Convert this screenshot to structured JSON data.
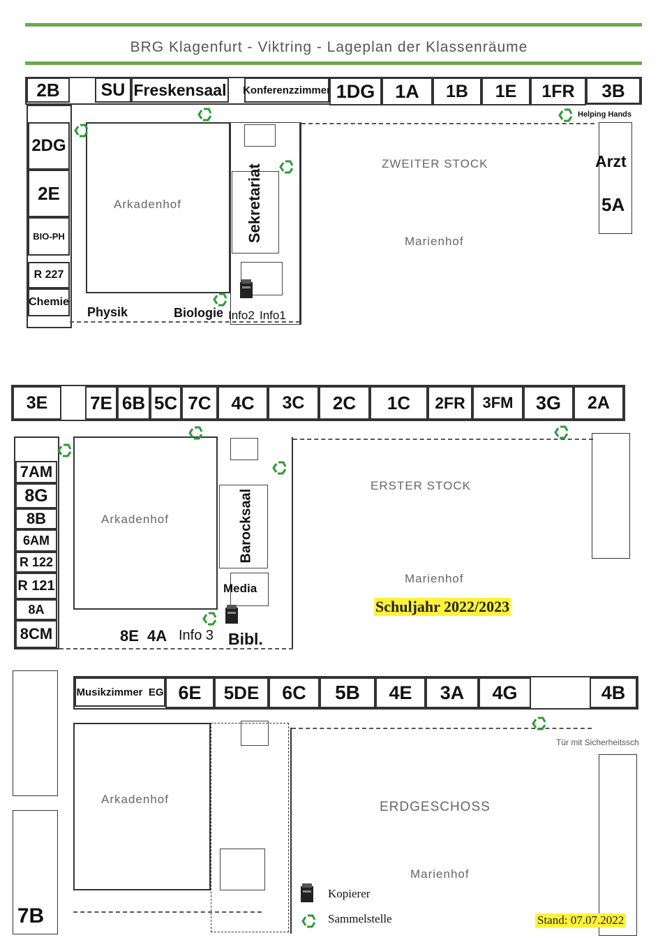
{
  "title": "BRG  Klagenfurt - Viktring  -  Lageplan der Klassenräume",
  "colors": {
    "accent_line": "#6aaa4a",
    "highlight": "#fff23a",
    "recycle": "#2e9a3a"
  },
  "icons": {
    "recycle": "recycle-icon",
    "copier": "copier-icon"
  },
  "floor2": {
    "name": "ZWEITER STOCK",
    "courtyard": "Arkadenhof",
    "yard": "Marienhof",
    "rooms_top": [
      "2B",
      "SU",
      "Freskensaal",
      "Konferenzzimmer",
      "1DG",
      "1A",
      "1B",
      "1E",
      "1FR",
      "3B"
    ],
    "rooms_left": [
      "2DG",
      "2E",
      "BIO-PH",
      "R 227",
      "Chemie"
    ],
    "rooms_bottom": [
      "Physik",
      "Biologie",
      "Info2",
      "Info1"
    ],
    "rooms_right": [
      "Helping Hands",
      "Arzt",
      "5A"
    ],
    "sekretariat": "Sekretariat"
  },
  "floor1": {
    "name": "ERSTER STOCK",
    "courtyard": "Arkadenhof",
    "yard": "Marienhof",
    "rooms_top": [
      "3E",
      "7E",
      "6B",
      "5C",
      "7C",
      "4C",
      "3C",
      "2C",
      "1C",
      "2FR",
      "3FM",
      "3G",
      "2A"
    ],
    "rooms_left": [
      "7AM",
      "8G",
      "8B",
      "6AM",
      "R 122",
      "R 121",
      "8A",
      "8CM"
    ],
    "rooms_bottom": [
      "8E",
      "4A",
      "Info 3",
      "Bibl."
    ],
    "barocksaal": "Barocksaal",
    "media": "Media",
    "schuljahr": "Schuljahr 2022/2023"
  },
  "floor0": {
    "name": "ERDGESCHOSS",
    "courtyard": "Arkadenhof",
    "yard": "Marienhof",
    "rooms_top": [
      "Musikzimmer  EG",
      "6E",
      "5DE",
      "6C",
      "5B",
      "4E",
      "3A",
      "4G",
      "4B"
    ],
    "room_left": "7B",
    "door_note": "Tür mit Sicherheitssch"
  },
  "legend": {
    "copier": "Kopierer",
    "collection": "Sammelstelle"
  },
  "stand": "Stand: 07.07.2022"
}
